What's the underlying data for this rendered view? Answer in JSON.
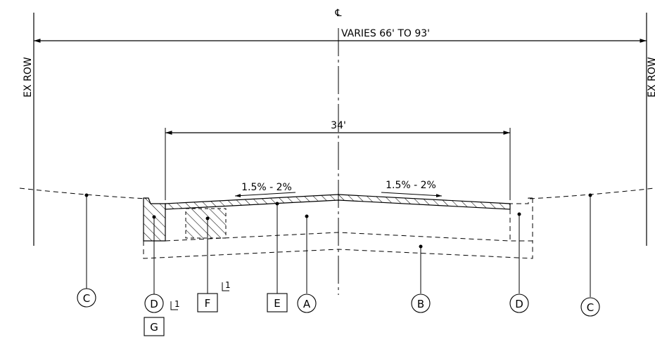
{
  "centerline_symbol": "℄",
  "dimensions": {
    "row_width": "VARIES 66' TO 93'",
    "pavement_width": "34'"
  },
  "row_labels": {
    "left": "EX ROW",
    "right": "EX ROW"
  },
  "slopes": {
    "left": "1.5% - 2%",
    "right": "1.5% - 2%"
  },
  "callouts": {
    "c_left": "C",
    "d_left": "D",
    "g": "G",
    "g_note": "1",
    "f": "F",
    "f_note": "1",
    "e": "E",
    "a": "A",
    "b": "B",
    "d_right": "D",
    "c_right": "C"
  }
}
